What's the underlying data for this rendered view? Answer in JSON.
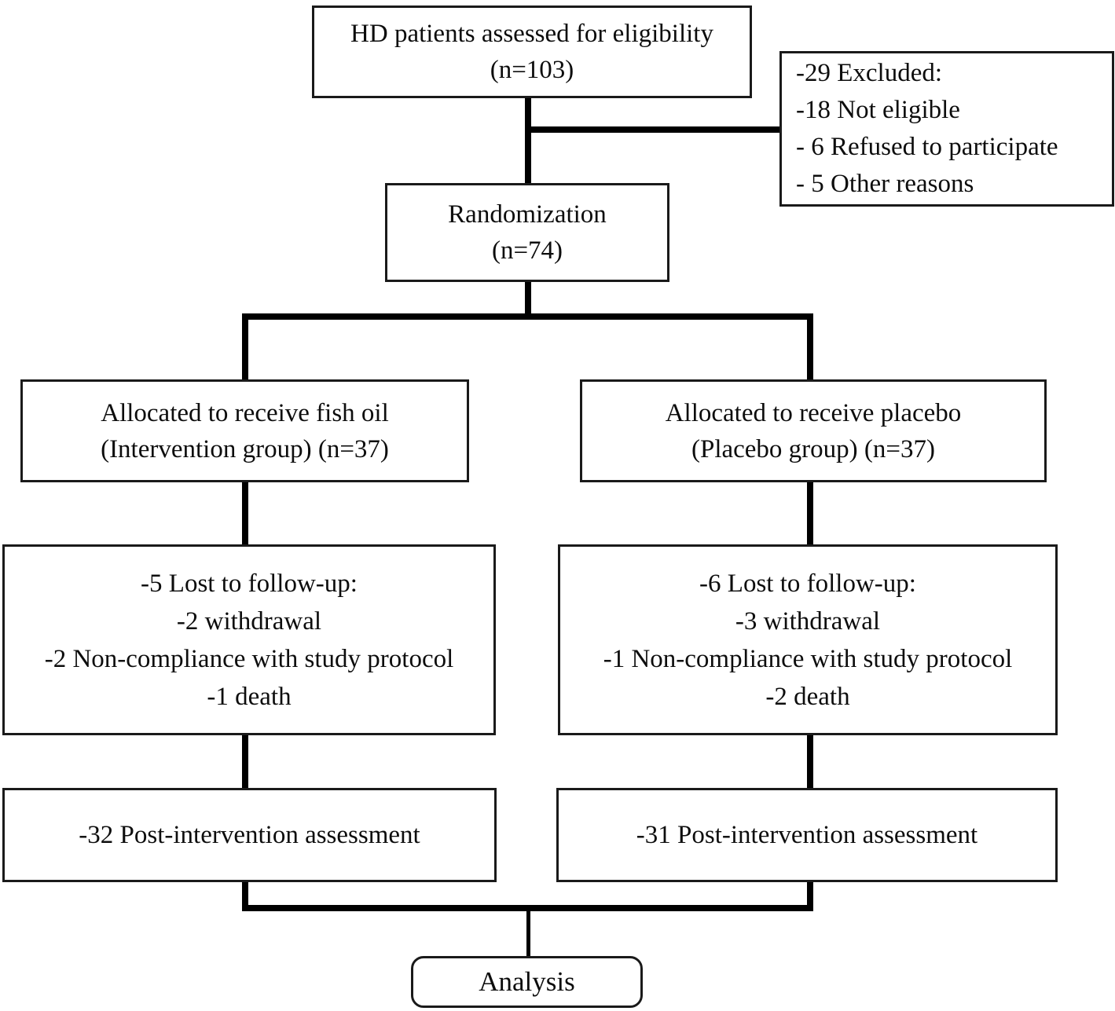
{
  "diagram": {
    "title": "CONSORT participant flow diagram",
    "colors": {
      "line": "#000000",
      "box_border": "#1a1a1a",
      "background": "#ffffff",
      "text": "#0d0d0d"
    },
    "nodes": {
      "assessed": {
        "lines": [
          "HD patients assessed for eligibility",
          "(n=103)"
        ]
      },
      "excluded": {
        "lines": [
          "-29 Excluded:",
          "-18 Not eligible",
          "- 6 Refused to participate",
          "- 5 Other reasons"
        ]
      },
      "randomization": {
        "lines": [
          "Randomization",
          "(n=74)"
        ]
      },
      "allocated_fish_oil": {
        "lines": [
          "Allocated to receive fish oil",
          "(Intervention group) (n=37)"
        ]
      },
      "allocated_placebo": {
        "lines": [
          "Allocated to receive placebo",
          "(Placebo group) (n=37)"
        ]
      },
      "lost_fish_oil": {
        "lines": [
          "-5 Lost to follow-up:",
          "-2 withdrawal",
          "-2 Non-compliance with study protocol",
          "-1 death"
        ]
      },
      "lost_placebo": {
        "lines": [
          "-6 Lost to follow-up:",
          "-3 withdrawal",
          "-1 Non-compliance with study protocol",
          "-2 death"
        ]
      },
      "post_fish_oil": {
        "lines": [
          "-32 Post-intervention assessment"
        ]
      },
      "post_placebo": {
        "lines": [
          "-31 Post-intervention assessment"
        ]
      },
      "analysis": {
        "lines": [
          "Analysis"
        ]
      }
    }
  }
}
